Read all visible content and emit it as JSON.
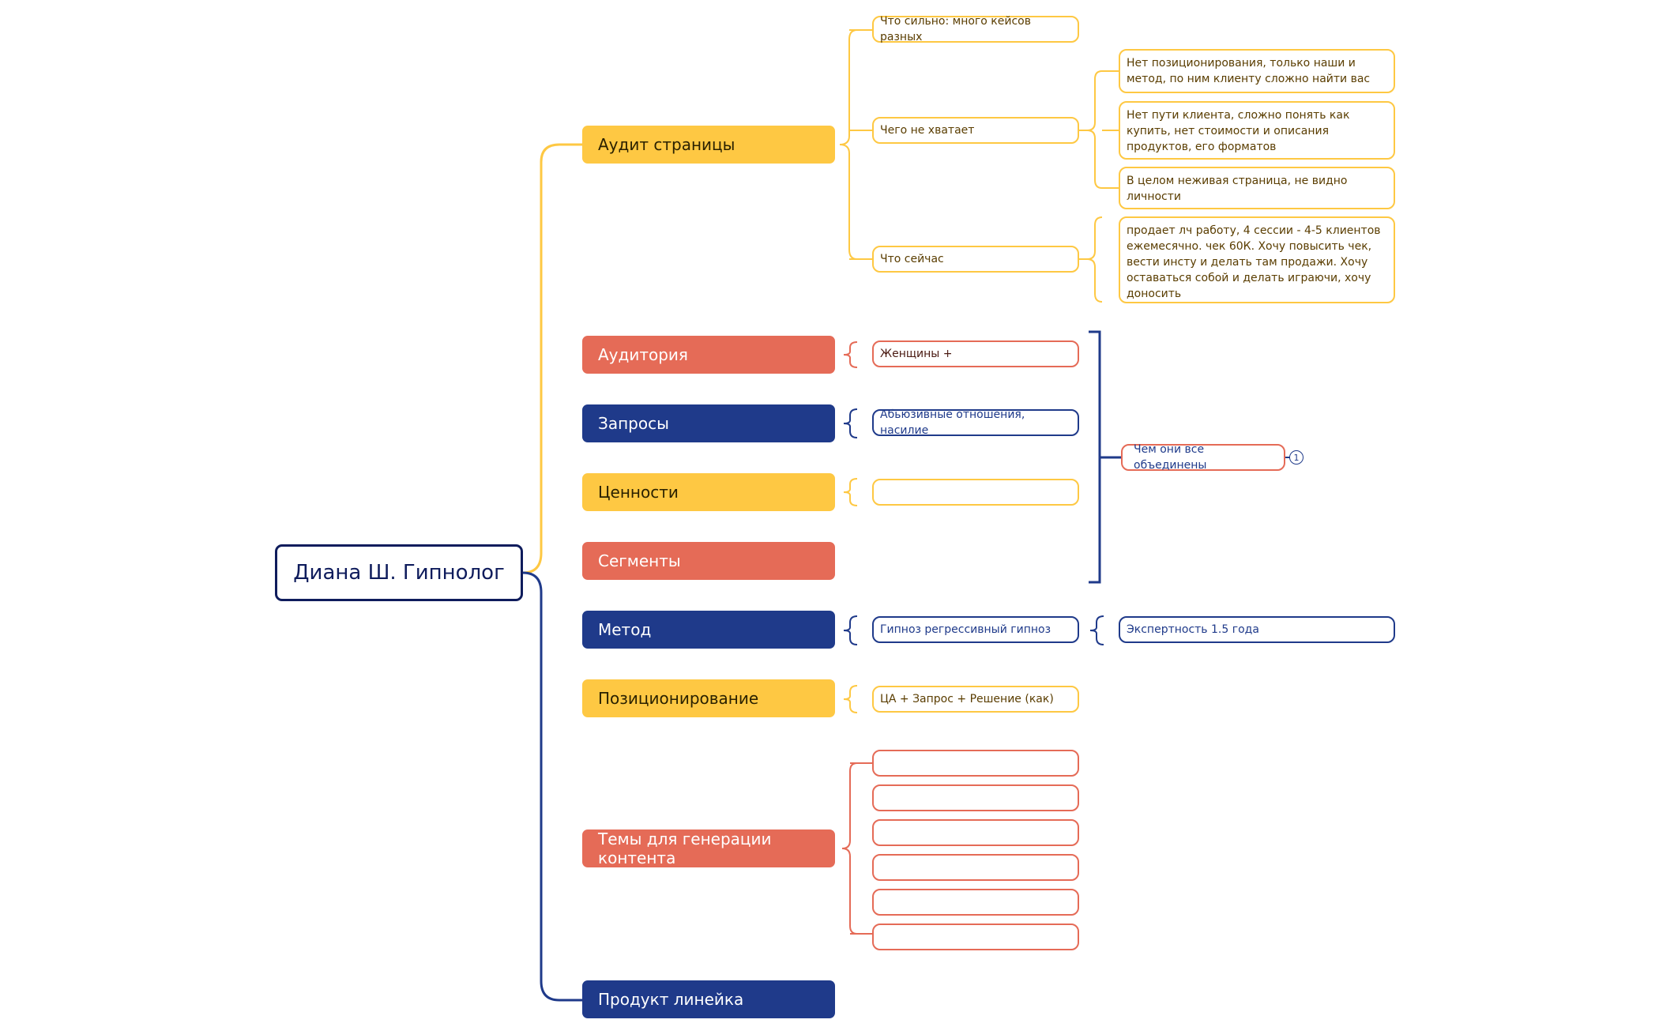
{
  "root": {
    "label": "Диана Ш. Гипнолог"
  },
  "categories": [
    {
      "label": "Аудит страницы"
    },
    {
      "label": "Аудитория"
    },
    {
      "label": "Запросы"
    },
    {
      "label": "Ценности"
    },
    {
      "label": "Сегменты"
    },
    {
      "label": "Метод"
    },
    {
      "label": "Позиционирование"
    },
    {
      "label": "Темы для генерации контента"
    },
    {
      "label": "Продукт линейка"
    }
  ],
  "audit": {
    "strong": "Что сильно: много кейсов разных",
    "missing": "Чего не хватает",
    "now": "Что сейчас",
    "missing_items": [
      "Нет позиционирования, только наши и метод, по ним клиенту сложно найти вас",
      "Нет пути клиента, сложно понять как купить, нет стоимости и описания продуктов, его форматов",
      "В целом неживая страница, не видно личности"
    ],
    "now_detail": "продает лч работу, 4 сессии - 4-5 клиентов ежемесячно. чек 60К. Хочу повысить чек, вести инсту и делать там продажи. Хочу оставаться собой и делать играючи, хочу доносить"
  },
  "audience": {
    "item": "Женщины +"
  },
  "requests": {
    "item": "Абьюзивные отношения, насилие"
  },
  "values": {
    "item": ""
  },
  "united": {
    "label": "Чем они все объединены",
    "badge": "1"
  },
  "method": {
    "item": "Гипноз регрессивный гипноз",
    "expertise": "Экспертность 1.5 года"
  },
  "positioning": {
    "item": "ЦА + Запрос + Решение (как)"
  },
  "content_topics": [
    "",
    "",
    "",
    "",
    "",
    ""
  ],
  "colors": {
    "navy": "#0f1c5c",
    "yellow": "#fec843",
    "coral": "#e56b57",
    "blue": "#1f3a8a"
  }
}
